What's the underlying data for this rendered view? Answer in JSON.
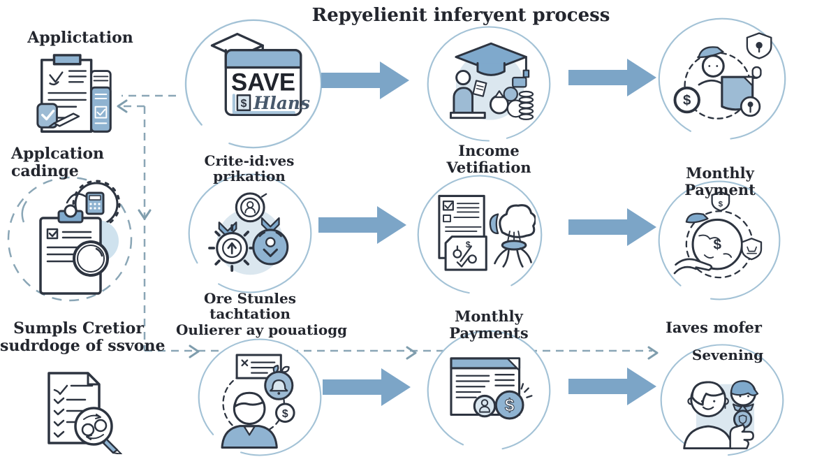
{
  "title": "Repyelienit inferyent process",
  "colors": {
    "arrow": "#7CA5C7",
    "ring": "#A3C2D6",
    "dash": "#8AA6B6",
    "ink": "#2D3440",
    "blue_fill": "#8FB3D1",
    "pale_blue": "#DBE7EF",
    "text": "#23262E"
  },
  "left_column": {
    "item1": {
      "label": "Applictation"
    },
    "item2": {
      "label_line1": "Applcation",
      "label_line2": "cadinge"
    },
    "item3": {
      "label_line1": "Sumpls Cretior",
      "label_line2": "sudrdoge of ssvone"
    }
  },
  "flow": {
    "row1": {
      "step1": {
        "window_title": "SAVE",
        "window_subtitle": "Hlans",
        "dollar": "$"
      },
      "step2": {
        "label": "Income Vetifiation"
      },
      "step3": {
        "dollar": "$"
      }
    },
    "row2": {
      "step1": {
        "label": "Crite-id:ves prikation"
      },
      "step3": {
        "label": "Monthly Payment",
        "dollar": "$",
        "shield_dollar": "$"
      }
    },
    "row3": {
      "step1": {
        "label_line1": "Ore Stunles",
        "label_line2": "tachtation",
        "label_line3": "Oulierer ay pouatiogg",
        "dollar": "$"
      },
      "step2": {
        "label": "Monthly Payments",
        "dollar": "$"
      },
      "step3": {
        "label": "Iaves mofer",
        "inner_label": "Sevening"
      }
    }
  },
  "icons": {
    "application-form-icon": "document with blue approval panel and stamp",
    "application-review-icon": "clipboard with magnifier and calculator stamp",
    "document-checklist-icon": "checklist page with compare magnifier and pencil",
    "save-plan-icon": "browser window with graduation cap, SAVE plan",
    "income-verification-icon": "graduation cap, person reading, money bags, coin stack",
    "borrower-documents-icon": "capped person with map, shield pin, dollar coin",
    "processing-gears-icon": "gears, profile badge, blue medal, down chevrons",
    "documents-tree-icon": "forms with checkboxes beside money tree",
    "global-payment-icon": "dollar globe with shields and hand",
    "borrower-alert-icon": "person, bell money bag, dollar coin, card",
    "invoice-coins-icon": "invoice sheet with person coin and dollar coin",
    "family-savings-icon": "parent and child with money pouch",
    "flow-arrow-icon": "solid blue right arrow",
    "dashed-connector": "dashed elbow connector lines"
  }
}
